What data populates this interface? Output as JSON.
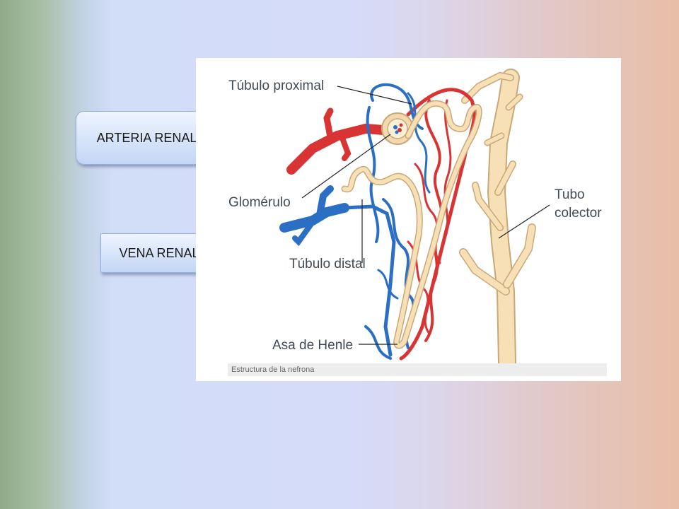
{
  "slide": {
    "arteria_label": "ARTERIA RENAL",
    "vena_label": "VENA RENAL"
  },
  "diagram": {
    "labels": {
      "proximal": "Túbulo proximal",
      "glomerulo": "Glomérulo",
      "distal": "Túbulo distal",
      "henle": "Asa de Henle",
      "tubo_1": "Tubo",
      "tubo_2": "colector"
    },
    "caption": "Estructura de la nefrona"
  },
  "colors": {
    "artery": "#d93434",
    "vein": "#2a6fc4",
    "tubule": "#f3d9b0",
    "tubule_edge": "#c9a878"
  }
}
